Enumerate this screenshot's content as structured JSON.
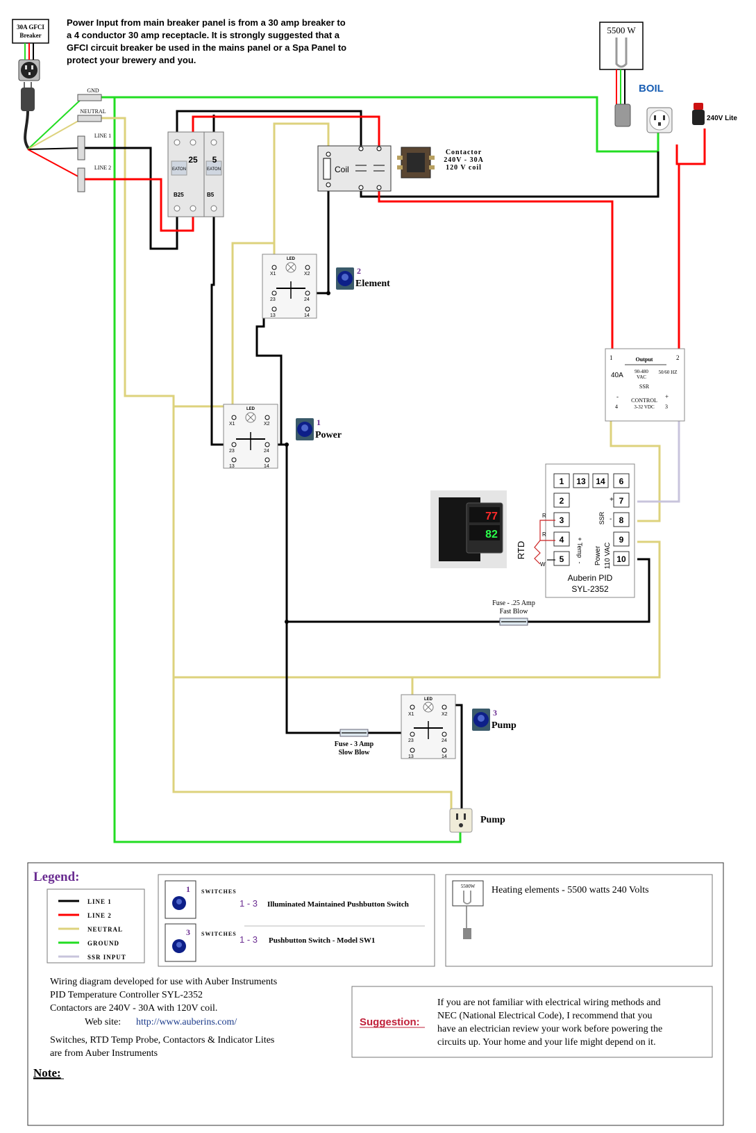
{
  "header": {
    "breaker_box": [
      "30A GFCI",
      "Breaker"
    ],
    "power_note": [
      "Power Input from main breaker panel is from a 30 amp breaker to",
      "a 4 conductor 30 amp receptacle. It is strongly suggested that a",
      "GFCI circuit breaker be used in the mains panel or a Spa Panel to",
      "protect your brewery and you."
    ]
  },
  "terminals": {
    "gnd": "GND",
    "neutral": "NEUTRAL",
    "line1": "LINE 1",
    "line2": "LINE 2"
  },
  "breakers": {
    "left": "25",
    "right": "5",
    "brand": "EATON",
    "left_code": "B25",
    "right_code": "B5"
  },
  "contactor": {
    "coil": "Coil",
    "label": [
      "Contactor",
      "240V - 30A",
      "120 V coil"
    ]
  },
  "element": {
    "watts": "5500 W",
    "boil": "BOIL",
    "lite": "240V Lite"
  },
  "switches": [
    {
      "number": "2",
      "name": "Element"
    },
    {
      "number": "1",
      "name": "Power"
    },
    {
      "number": "3",
      "name": "Pump"
    }
  ],
  "switch_terms": {
    "led": "LED",
    "x1": "X1",
    "x2": "X2",
    "t23": "23",
    "t24": "24",
    "t13": "13",
    "t14": "14"
  },
  "ssr": {
    "t1": "1",
    "t2": "2",
    "output": "Output",
    "amps": "40A",
    "volts": [
      "90-480",
      "VAC"
    ],
    "hz": "50/60 HZ",
    "name": "SSR",
    "minus": "-",
    "plus": "+",
    "control": [
      "CONTROL",
      "3-32 VDC"
    ],
    "t4": "4",
    "t3": "3"
  },
  "pid": {
    "terminals": [
      "1",
      "13",
      "14",
      "6",
      "2",
      "7",
      "3",
      "8",
      "4",
      "9",
      "5",
      "10"
    ],
    "ssr_label": "SSR",
    "ssr_plus": "+",
    "ssr_minus": "-",
    "power_label": [
      "Power",
      "110 VAC"
    ],
    "temp_label": [
      "+",
      "Temp",
      "-"
    ],
    "rtd": "RTD",
    "r1": "R",
    "r2": "R",
    "w": "W",
    "name": [
      "Auberin PID",
      "SYL-2352"
    ],
    "display_top": "77",
    "display_bottom": "82"
  },
  "fuses": {
    "pid": [
      "Fuse - .25 Amp",
      "Fast Blow"
    ],
    "pump": [
      "Fuse - 3 Amp",
      "Slow Blow"
    ]
  },
  "pump_outlet": "Pump",
  "legend": {
    "title": "Legend:",
    "lines": [
      {
        "label": "LINE 1",
        "color": "#000000"
      },
      {
        "label": "LINE 2",
        "color": "#ff0000"
      },
      {
        "label": "NEUTRAL",
        "color": "#ddd27c"
      },
      {
        "label": "GROUND",
        "color": "#22dd22"
      },
      {
        "label": "SSR INPUT",
        "color": "#c8c4dc"
      }
    ],
    "switches_word": "SWITCHES",
    "sw_items": [
      {
        "num": "1",
        "range": "1 - 3",
        "text": "Illuminated Maintained Pushbutton Switch"
      },
      {
        "num": "3",
        "range": "1 - 3",
        "text": "Pushbutton Switch - Model SW1"
      }
    ],
    "heater_mini": "5500W",
    "heater_text": "Heating elements - 5500 watts 240 Volts",
    "info": [
      "Wiring diagram developed for use with Auber Instruments",
      "PID Temperature Controller SYL-2352",
      "Contactors are 240V - 30A with 120V coil."
    ],
    "website_label": "Web site:",
    "website": "http://www.auberins.com/",
    "info2": [
      "Switches, RTD Temp Probe, Contactors & Indicator Lites",
      "are from Auber Instruments"
    ],
    "note": "Note:",
    "suggestion_label": "Suggestion:",
    "suggestion": [
      "If you are not familiar with electrical wiring methods and",
      "NEC (National Electrical Code), I recommend that you",
      "have an electrician review your work before powering the",
      "circuits up. Your home and your life might depend on it."
    ]
  },
  "colors": {
    "line1": "#000000",
    "line2": "#ff0000",
    "neutral": "#ddd27c",
    "ground": "#22dd22",
    "ssr_input": "#c8c4dc",
    "accent_blue": "#1a5fb4",
    "purple": "#6a2c91"
  }
}
